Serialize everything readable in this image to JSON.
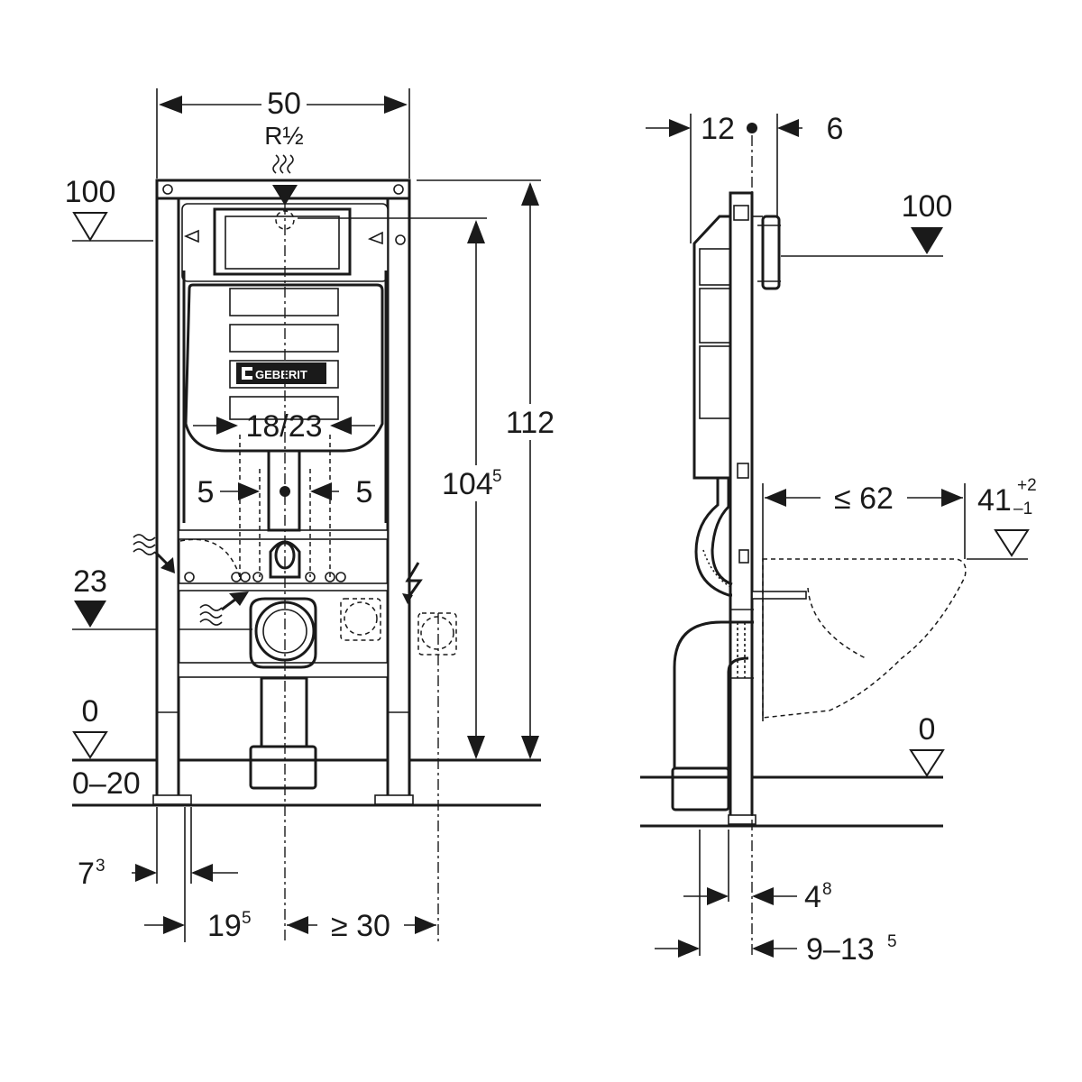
{
  "dimensions": {
    "frame_width": "50",
    "supply_thread": "R½",
    "flush_height": "100",
    "total_height": "112",
    "tank_height_main": "104",
    "tank_height_sup": "5",
    "flush_pipe_spacing": "18/23",
    "side_gap_left": "5",
    "side_gap_right": "5",
    "waste_height": "23",
    "floor_level": "0",
    "floor_adjust": "0–20",
    "foot_offset_main": "7",
    "foot_offset_sup": "3",
    "center_offset_main": "19",
    "center_offset_sup": "5",
    "electrical_offset": "≥ 30",
    "top_depth_left": "12",
    "top_depth_right": "6",
    "side_flush_height": "100",
    "bowl_projection": "≤ 62",
    "seat_height_main": "41",
    "seat_tol_plus": "+2",
    "seat_tol_minus": "–1",
    "side_floor_level": "0",
    "base_depth_main": "4",
    "base_depth_sup": "8",
    "wall_gap": "9–13",
    "wall_gap_sup": "5"
  },
  "logo": {
    "text": "GEBERIT"
  }
}
